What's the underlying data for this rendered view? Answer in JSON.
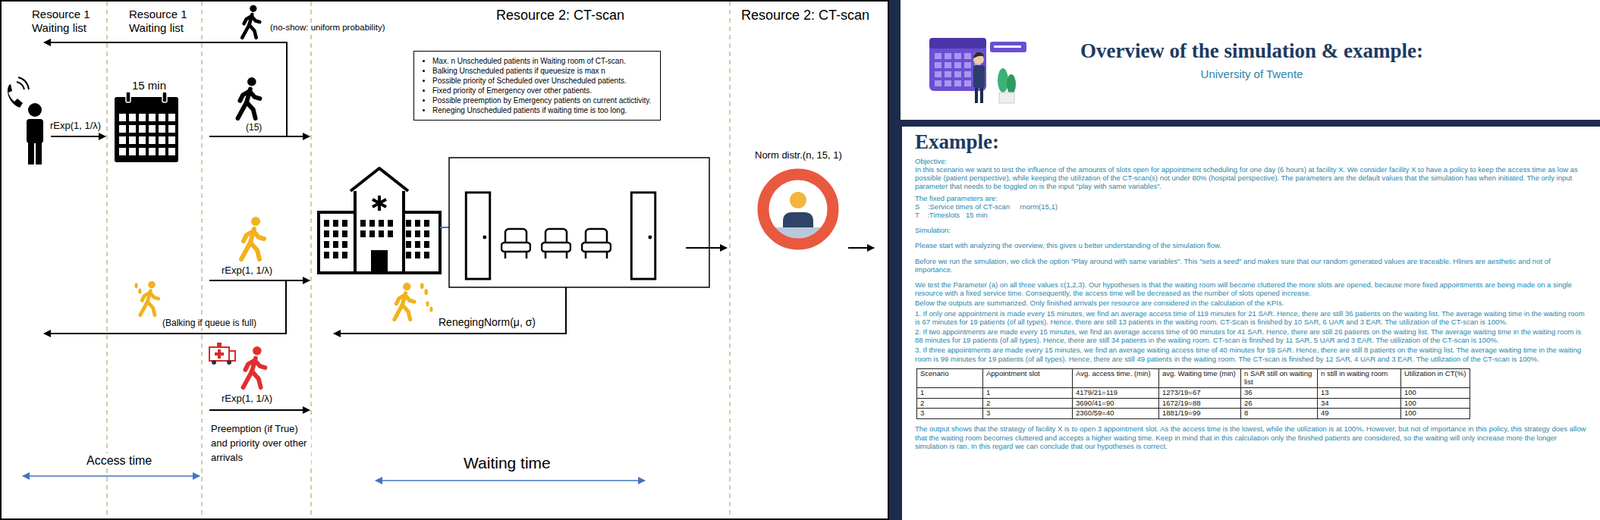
{
  "diagram": {
    "title": "Overview of the simulation & example:",
    "nodes": [
      {
        "text": [
          "Max. n Unscheduled patients in Waiting room of CT-scan.",
          "Balking Unscheduled patients if queuesize is max n",
          "Possible priority of Scheduled over Unscheduled patients.",
          "Fixed priority of Emergency over other patients.",
          "Possible preemption by Emergency patients on current actictivity.",
          "Reneging Unscheduled patients if waiting time is too long."
        ]
      },
      {
        "text": [
          "Example:",
          "Objective:",
          "In this scenario we want to test the influence of the amounts of slots open for appointment scheduling for one day (6 hours) at facility X. We consider facility X to have a policy to keep the access time as low as possible (patient perspective), while keeping the utilization of the CT-scan(s) not under 80% (hospital perspective). The parameters are the default values that the simulation has when initiated. The only input parameter that needs to be toggled on is the input \"play with same variables\".",
          "The fixed parameters are:",
          "S    :Service times of CT-scan     rnorm(15,1)",
          "T    :Timeslots   15 min",
          "Simulation:",
          "Please start with analyzing the overview, this gives u better understanding of the simulation flow.",
          "Before we run the simulation, we click the option \"Play around with same variables\". This \"sets a seed\" and makes sure that our random generated values are traceable. Hlines are aesthetic and not of importance.",
          "We test the Parameter (a) on all three values c(1,2,3). Our hypotheses is that the waiting room will become cluttered the more slots are opened, because more fixed appointments are being made on a single resource with a fixed service time. Consequently, the access time will be decreased as the number of slots opened increase.",
          "Below the outputs are summarized. Only finished arrivals per resource are considered in the calculation of the KPIs.",
          "1. If only one appointment is made every 15 minutes, we find an average access time of 119 minutes for 21 SAR. Hence, there are still 36 patients on the waiting list. The average waiting time in the waiting room is 67 minutes for 19 patients (of all types). Hence, there are still 13 patients in the waiting room. CT-Scan is finished by 10 SAR, 6 UAR and 3 EAR. The utilization of the CT-scan is 100%.",
          "2. If two appointments are made every 15 minutes, we find an average access time of 90 minutes for 41 SAR. Hence, there are still 26 patients on the waiting list. The average waiting time in the waiting room is 88 minutes for 19 patients (of all types). Hence, there are still 34 patients in the waiting room. CT-scan is finished by 11 SAR, 5 UAR and 3 EAR. The utilization of the CT-scan is 100%.",
          "3. If three appointments are made every 15 minutes, we find an average waiting access time of 40 minutes for 59 SAR. Hence, there are still 8 patients on the waiting list. The average waiting time in the waiting room is 99 minutes for 19 patients (of all types). Hence, there are still 49 patients in the waiting room. The CT-scan is finished by 12 SAR, 4 UAR and 3 EAR. The utilization of the CT-scan is 100%.",
          "The output shows that the strategy of facility X is to open 3 appointment slot. As the access time is the lowest, while the utilization is at 100%. However, but not of importance in this policy, this strategy does allow that the waiting room becomes cluttered and accepts a higher waiting time. Keep in mind that in this calculation only the finished patients are considered, so the waiting will only increase more the longer simulation is ran. In this regard we can conclude that our hypotheses is correct."
        ]
      }
    ],
    "labels": [
      "Resource 1 Waiting list",
      "Resource 1 Waiting list",
      "(no-show: uniform probability)",
      "Resource 2: CT-scan",
      "Resource 2: CT-scan",
      "rExp(1, 1/λ)",
      "15 min",
      "(15)",
      "Norm distr.(n, 15, 1)",
      "rExp(1, 1/λ)",
      "(Balking if queue is full)",
      "RenegingNorm(μ, σ)",
      "rExp(1, 1/λ)",
      "Preemption (if True) and priority over other arrivals",
      "Access time",
      "Waiting time",
      "University of Twente",
      "Scenario",
      "Appointment slot",
      "Avg. access time. (min)",
      "avg. Waiting time (min)",
      "n SAR still on waiting list",
      "n still in waiting room",
      "Utilization in CT(%)",
      "1",
      "1",
      "4179/21=119",
      "1273/19=67",
      "36",
      "13",
      "100",
      "2",
      "2",
      "3690/41=90",
      "1672/19=88",
      "26",
      "34",
      "100",
      "3",
      "3",
      "2360/59=40",
      "1881/19=99",
      "8",
      "49",
      "100"
    ]
  }
}
